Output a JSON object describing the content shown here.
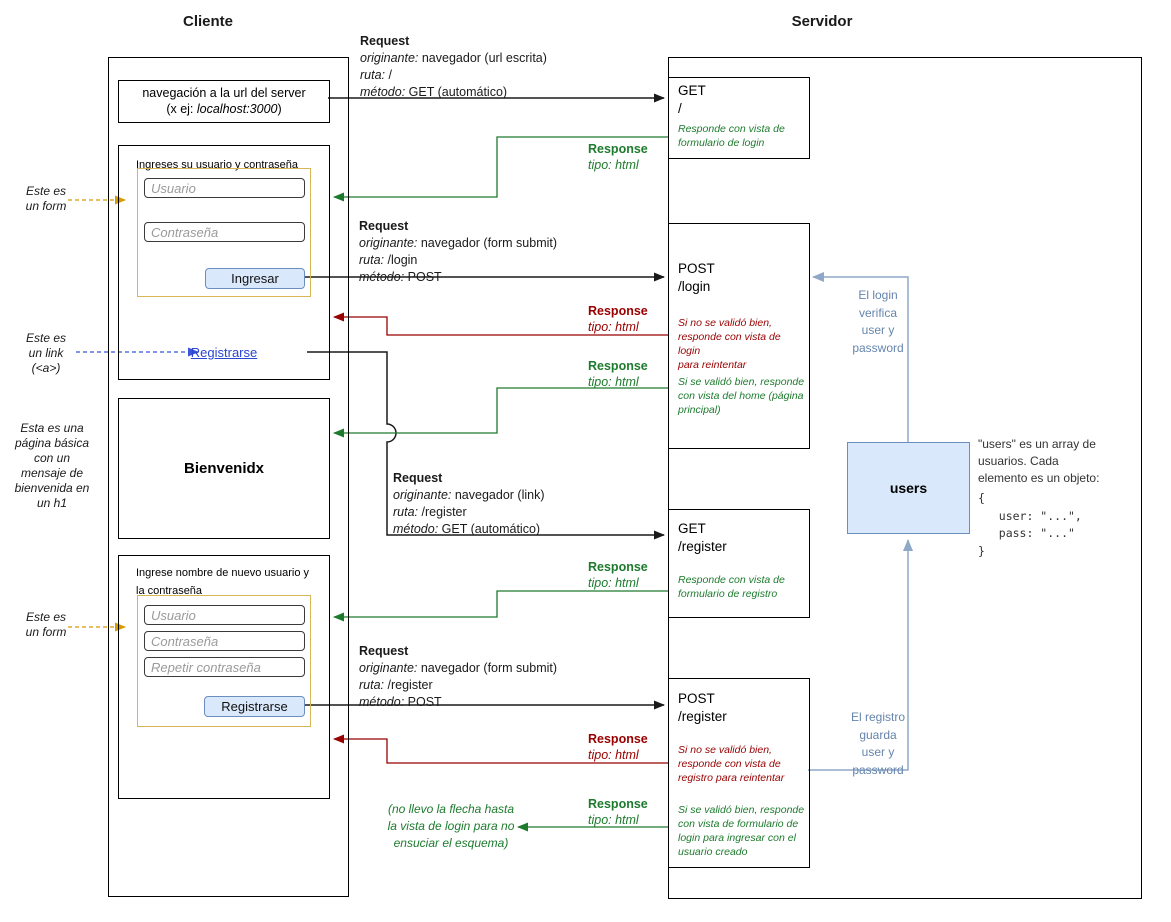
{
  "titles": {
    "client": "Cliente",
    "server": "Servidor"
  },
  "client": {
    "nav_box": {
      "line1": "navegación a la url del server",
      "line2_prefix": "(x ej: ",
      "line2_em": "localhost:3000",
      "line2_suffix": ")"
    },
    "login_page": {
      "label": "Ingreses su usuario y contraseña",
      "username_placeholder": "Usuario",
      "password_placeholder": "Contraseña",
      "submit_label": "Ingresar",
      "register_link": "Registrarse"
    },
    "welcome_page": {
      "heading": "Bienvenidx"
    },
    "register_page": {
      "label": [
        "Ingrese nombre de nuevo usuario y",
        "la contraseña"
      ],
      "username_placeholder": "Usuario",
      "password_placeholder": "Contraseña",
      "repeat_placeholder": "Repetir contraseña",
      "submit_label": "Registrarse"
    }
  },
  "annotations": {
    "form_top": [
      "Este es",
      "un form"
    ],
    "link_note": [
      "Este es",
      "un link",
      "(<a>)"
    ],
    "welcome_note": [
      "Esta es una",
      "página básica",
      "con un",
      "mensaje de",
      "bienvenida en",
      "un h1"
    ],
    "form_bottom": [
      "Este es",
      "un form"
    ]
  },
  "requests": [
    {
      "title": "Request",
      "origin_key": "originante:",
      "origin_val": "navegador (url escrita)",
      "route_key": "ruta:",
      "route_val": "/",
      "method_key": "método:",
      "method_val": "GET (automático)"
    },
    {
      "title": "Request",
      "origin_key": "originante:",
      "origin_val": "navegador (form submit)",
      "route_key": "ruta:",
      "route_val": "/login",
      "method_key": "método:",
      "method_val": "POST"
    },
    {
      "title": "Request",
      "origin_key": "originante:",
      "origin_val": "navegador (link)",
      "route_key": "ruta:",
      "route_val": "/register",
      "method_key": "método:",
      "method_val": "GET (automático)"
    },
    {
      "title": "Request",
      "origin_key": "originante:",
      "origin_val": "navegador (form submit)",
      "route_key": "ruta:",
      "route_val": "/register",
      "method_key": "método:",
      "method_val": "POST"
    }
  ],
  "response_label": {
    "title": "Response",
    "type": "tipo: html"
  },
  "server": {
    "routes": [
      {
        "method": "GET",
        "path": "/",
        "success_note": [
          "Responde con vista de",
          "formulario de login"
        ]
      },
      {
        "method": "POST",
        "path": "/login",
        "fail_note": [
          "Si no se validó bien,",
          "responde con vista de login",
          "para reintentar"
        ],
        "success_note": [
          "Si se validó bien, responde",
          "con vista del home (página",
          "principal)"
        ]
      },
      {
        "method": "GET",
        "path": "/register",
        "success_note": [
          "Responde con vista de",
          "formulario de registro"
        ]
      },
      {
        "method": "POST",
        "path": "/register",
        "fail_note": [
          "Si no se validó bien,",
          "responde con vista de",
          "registro para reintentar"
        ],
        "success_note": [
          "Si se validó bien, responde",
          "con vista de formulario de",
          "login para ingresar con el",
          "usuario creado"
        ]
      }
    ]
  },
  "users_store": {
    "label": "users",
    "description": [
      "\"users\" es un array de",
      "usuarios. Cada",
      "elemento es un objeto:"
    ],
    "object_example": [
      "{",
      "   user: \"...\",",
      "   pass: \"...\"",
      "}"
    ]
  },
  "side_notes": {
    "login_verify": [
      "El login",
      "verifica",
      "user y",
      "password"
    ],
    "register_save": [
      "El registro",
      "guarda",
      "user y",
      "password"
    ],
    "schema_note": [
      "(no llevo la flecha hasta",
      "la vista de login para no",
      "ensuciar el esquema)"
    ]
  },
  "colors": {
    "request_black": "#1a1a1a",
    "response_ok_green": "#1e7b2e",
    "response_fail_red": "#990000",
    "store_arrow_blue": "#8fa8c8",
    "store_note_blue": "#6585ad",
    "form_highlight_orange": "#d79b00",
    "link_arrow_blue": "#3b55d6",
    "button_fill": "#dae8fc",
    "button_border": "#6c8ebf",
    "form_border_yellow": "#d6b656",
    "link_text": "#2945d1"
  }
}
